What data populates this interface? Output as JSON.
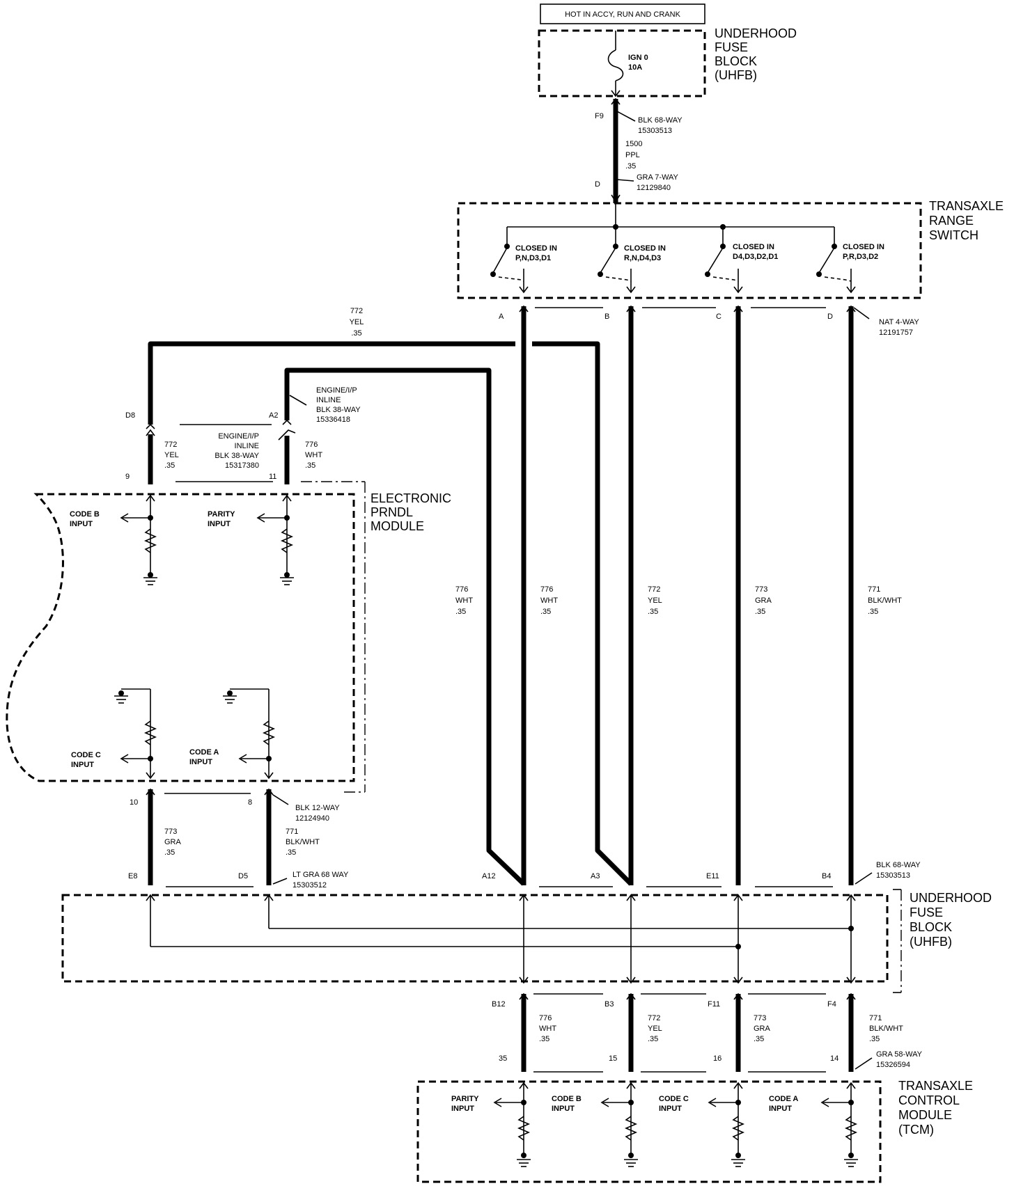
{
  "header": {
    "power_label": "HOT IN ACCY, RUN AND CRANK"
  },
  "blocks": {
    "fuse_block_top": "UNDERHOOD\nFUSE\nBLOCK\n(UHFB)",
    "range_switch": "TRANSAXLE\nRANGE\nSWITCH",
    "prndl_module": "ELECTRONIC\nPRNDL\nMODULE",
    "fuse_block_bottom": "UNDERHOOD\nFUSE\nBLOCK\n(UHFB)",
    "tcm": "TRANSAXLE\nCONTROL\nMODULE\n(TCM)"
  },
  "fuse": {
    "name": "IGN 0",
    "rating": "10A"
  },
  "connectors": {
    "fuse_out": {
      "pin": "F9",
      "label": "BLK 68-WAY\n15303513"
    },
    "switch_in": {
      "pin": "D",
      "label": "GRA 7-WAY\n12129840"
    },
    "switch_out": {
      "pins": [
        "A",
        "B",
        "C",
        "D"
      ],
      "label": "NAT 4-WAY\n12191757"
    },
    "inline_upper": {
      "pin": "A2",
      "label": "ENGINE/I/P\nINLINE\nBLK 38-WAY\n15336418"
    },
    "inline_lower": {
      "label": "ENGINE/I/P\nINLINE\nBLK 38-WAY\n15317380"
    },
    "prndl_upper_pins": [
      "D8",
      "9",
      "11"
    ],
    "prndl_lower": {
      "pins": [
        "10",
        "8"
      ],
      "label": "BLK 12-WAY\n12124940"
    },
    "uhfb_in_left": {
      "pins": [
        "E8",
        "D5"
      ],
      "label": "LT GRA 68 WAY\n15303512"
    },
    "uhfb_in_right": {
      "pins": [
        "A12",
        "A3",
        "E11",
        "B4"
      ],
      "label": "BLK 68-WAY\n15303513"
    },
    "uhfb_out": {
      "pins": [
        "B12",
        "B3",
        "F11",
        "F4"
      ]
    },
    "tcm_in": {
      "pins": [
        "35",
        "15",
        "16",
        "14"
      ],
      "label": "GRA 58-WAY\n15326594"
    }
  },
  "switch_contacts": [
    "CLOSED IN\nP,N,D3,D1",
    "CLOSED IN\nR,N,D4,D3",
    "CLOSED IN\nD4,D3,D2,D1",
    "CLOSED IN\nP,R,D3,D2"
  ],
  "wires": {
    "feed": "1500\nPPL\n.35",
    "w772_top": "772\nYEL\n.35",
    "w772_prndl": "772\nYEL\n.35",
    "w776_prndl": "776\nWHT\n.35",
    "w776_left": "776\nWHT\n.35",
    "w776_right": "776\nWHT\n.35",
    "w772_mid": "772\nYEL\n.35",
    "w773_mid": "773\nGRA\n.35",
    "w771_mid": "771\nBLK/WHT\n.35",
    "w773_prndl": "773\nGRA\n.35",
    "w771_prndl": "771\nBLK/WHT\n.35",
    "w776_tcm": "776\nWHT\n.35",
    "w772_tcm": "772\nYEL\n.35",
    "w773_tcm": "773\nGRA\n.35",
    "w771_tcm": "771\nBLK/WHT\n.35"
  },
  "prndl_inputs": [
    "CODE B\nINPUT",
    "PARITY\nINPUT",
    "CODE C\nINPUT",
    "CODE A\nINPUT"
  ],
  "tcm_inputs": [
    "PARITY\nINPUT",
    "CODE B\nINPUT",
    "CODE C\nINPUT",
    "CODE A\nINPUT"
  ]
}
